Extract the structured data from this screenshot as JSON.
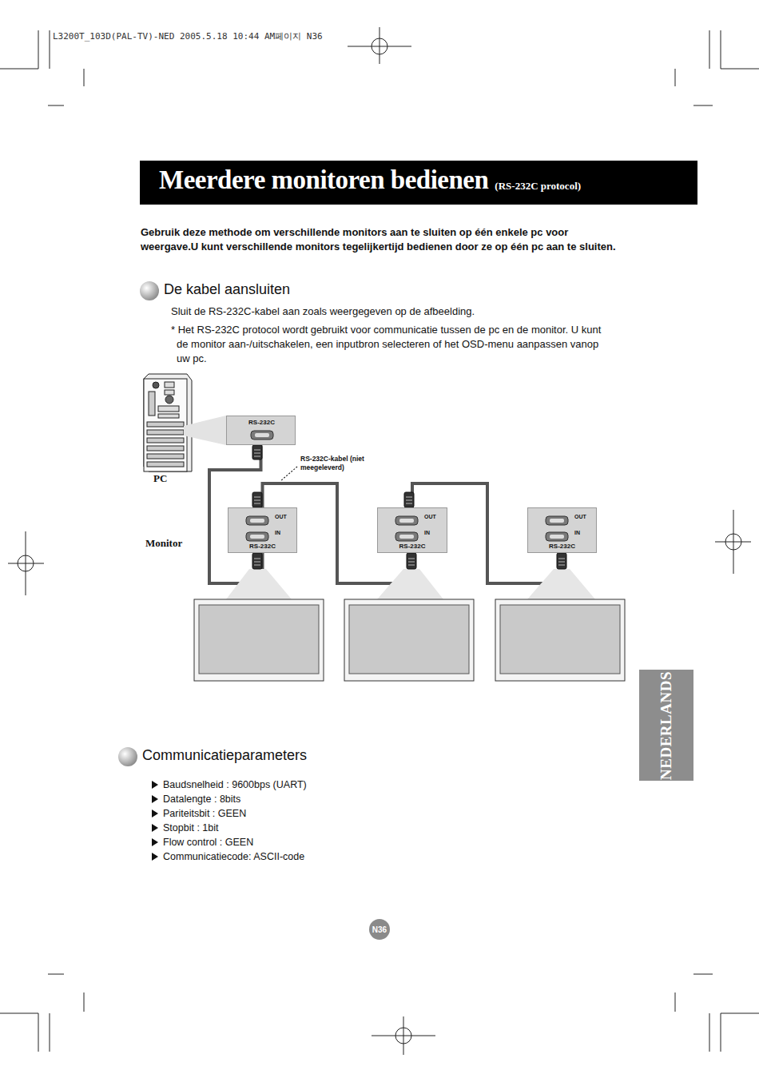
{
  "diagram": {
    "nodes": [
      {
        "text": [
          "Meerdere monitoren bedienen",
          "(RS-232C protocol)"
        ]
      },
      {
        "text": [
          "RS-232C"
        ]
      },
      {
        "text": [
          "OUT",
          "IN",
          "RS-232C"
        ]
      },
      {
        "text": [
          "OUT",
          "IN",
          "RS-232C"
        ]
      },
      {
        "text": [
          "OUT",
          "IN",
          "RS-232C"
        ]
      },
      {
        "text": [
          "NEDERLANDS"
        ]
      },
      {
        "text": [
          "N36"
        ]
      }
    ],
    "edges": [
      {
        "from": 1,
        "to": 2,
        "arrow": "none"
      },
      {
        "from": 2,
        "to": 3,
        "arrow": "none"
      },
      {
        "from": 3,
        "to": 4,
        "arrow": "none"
      }
    ],
    "labels": [
      "L3200T_103D(PAL-TV)-NED 2005.5.18 10:44 AM페이지 N36",
      "Gebruik deze methode om verschillende monitors aan te sluiten op één enkele pc voor weergave.U kunt verschillende monitors tegelijkertijd bedienen door ze op één pc aan te sluiten.",
      "De kabel aansluiten",
      "Sluit de RS-232C-kabel aan zoals weergegeven op de afbeelding.",
      "* Het RS-232C protocol wordt gebruikt voor communicatie tussen de pc en de monitor. U kunt de monitor aan-/uitschakelen, een inputbron selecteren of het OSD-menu aanpassen vanop uw pc.",
      "RS-232C-kabel (niet meegeleverd)",
      "PC",
      "Monitor",
      "Communicatieparameters",
      "Baudsnelheid : 9600bps (UART)",
      "Datalengte : 8bits",
      "Pariteitsbit : GEEN",
      "Stopbit : 1bit",
      "Flow control : GEEN",
      "Communicatiecode: ASCII-code"
    ]
  }
}
